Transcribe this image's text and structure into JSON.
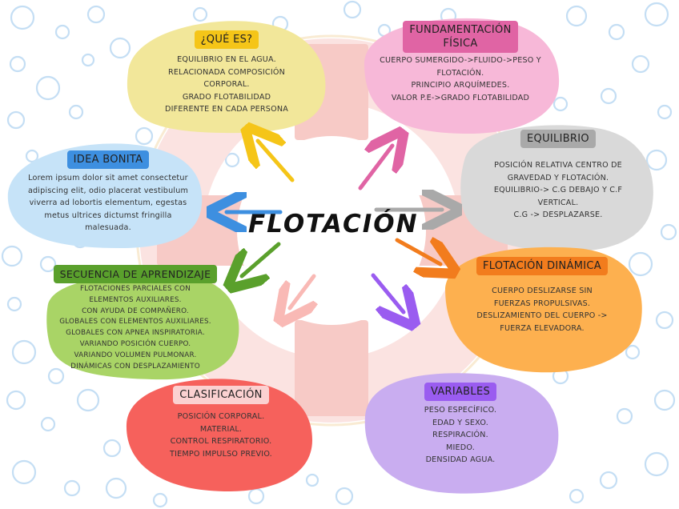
{
  "colors": {
    "yellow": "#f2e79a",
    "pink": "#f7b8d8",
    "grey": "#d9d9d9",
    "orange": "#fdb04f",
    "purple": "#c9adf0",
    "red": "#f6615c",
    "green": "#a9d466",
    "blue": "#c6e3f8",
    "bubbles": "#c4def4",
    "lifebuoy_ring": "#fbd6d4",
    "lifebuoy_stripe": "#f7c8c4"
  },
  "center": {
    "title": "FLOTACIÓN"
  },
  "cards": {
    "que_es": {
      "title": "¿QUÉ ES?",
      "lines": [
        "EQUILIBRIO EN EL AGUA.",
        "RELACIONADA COMPOSICIÓN",
        "CORPORAL.",
        "GRADO FLOTABILIDAD",
        "DIFERENTE EN CADA PERSONA"
      ]
    },
    "fundamentacion": {
      "title_lines": [
        "FUNDAMENTACIÓN",
        "FÍSICA"
      ],
      "lines": [
        "CUERPO SUMERGIDO->FLUIDO->PESO Y",
        "FLOTACIÓN.",
        "PRINCIPIO ARQUÍMEDES.",
        "VALOR P.E->GRADO FLOTABILIDAD"
      ]
    },
    "equilibrio": {
      "title": "EQUILIBRIO",
      "lines": [
        "POSICIÓN RELATIVA CENTRO DE",
        "GRAVEDAD Y FLOTACIÓN.",
        "EQUILIBRIO-> C.G DEBAJO Y C.F",
        "VERTICAL.",
        "C.G -> DESPLAZARSE."
      ]
    },
    "dinamica": {
      "title": "FLOTACIÓN DINÁMICA",
      "lines": [
        "CUERPO DESLIZARSE SIN",
        "FUERZAS PROPULSIVAS.",
        "DESLIZAMIENTO DEL CUERPO ->",
        "FUERZA ELEVADORA."
      ]
    },
    "variables": {
      "title": "VARIABLES",
      "lines": [
        "PESO ESPECÍFICO.",
        "EDAD Y SEXO.",
        "RESPIRACIÓN.",
        "MIEDO.",
        "DENSIDAD AGUA."
      ]
    },
    "clasificacion": {
      "title": "CLASIFICACIÓN",
      "lines": [
        "POSICIÓN CORPORAL.",
        "MATERIAL.",
        "CONTROL RESPIRATORIO.",
        "TIEMPO IMPULSO PREVIO."
      ]
    },
    "secuencia": {
      "title": "SECUENCIA DE APRENDIZAJE",
      "lines": [
        "FLOTACIONES PARCIALES CON",
        "ELEMENTOS AUXILIARES.",
        "CON AYUDA DE COMPAÑERO.",
        "GLOBALES CON ELEMENTOS AUXILIARES.",
        "GLOBALES CON APNEA INSPIRATORIA.",
        "VARIANDO POSICIÓN CUERPO.",
        "VARIANDO VOLUMEN PULMONAR.",
        "DINÁMICAS CON DESPLAZAMIENTO"
      ]
    },
    "idea": {
      "title": "IDEA BONITA",
      "lines": [
        "Lorem ipsum dolor sit amet consectetur",
        "adipiscing elit, odio placerat vestibulum",
        "viverra ad lobortis elementum, egestas",
        "metus ultrices dictumst fringilla",
        "malesuada."
      ]
    }
  },
  "tag_colors": {
    "que_es": "#f5c518",
    "fundamentacion": "#e064a4",
    "equilibrio": "#a9a9a9",
    "dinamica": "#f27c1d",
    "variables": "#9a5cf0",
    "clasificacion": "#fbd1d1",
    "secuencia": "#5aa02c",
    "idea": "#3d8fe0"
  }
}
